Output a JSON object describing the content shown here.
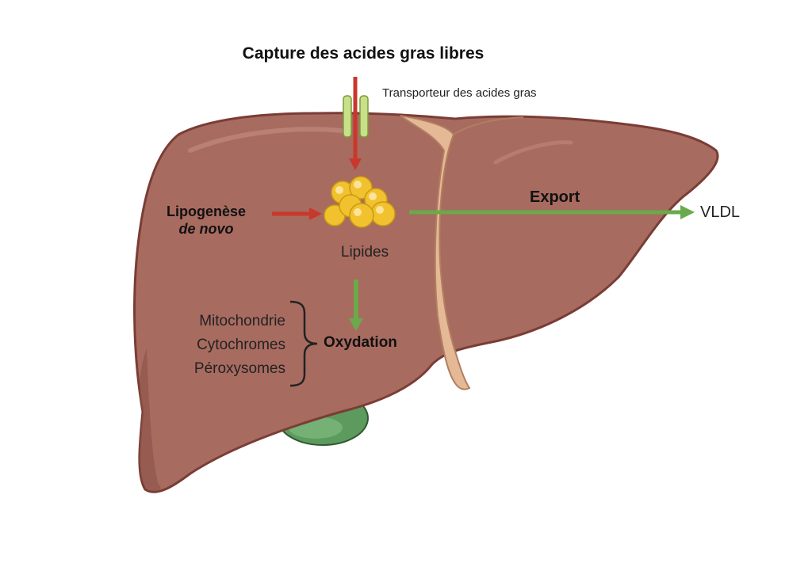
{
  "labels": {
    "title": "Capture des acides gras libres",
    "transporter": "Transporteur des acides gras",
    "lipogenesis_line1": "Lipogenèse",
    "lipogenesis_line2": "de novo",
    "lipids": "Lipides",
    "export": "Export",
    "vldl": "VLDL",
    "oxidation": "Oxydation",
    "organelles": [
      "Mitochondrie",
      "Cytochromes",
      "Péroxysomes"
    ]
  },
  "colors": {
    "liver": "#a86b60",
    "liver_dark": "#7a3d36",
    "ligament": "#e5b896",
    "gallbladder": "#5d9a5d",
    "transporter": "#c9e08a",
    "lipid_droplet": "#f2c12e",
    "uptake_arrow": "#c8382c",
    "lipogenesis_arrow": "#c8382c",
    "export_arrow": "#6aaa4a",
    "oxidation_arrow": "#6aaa4a"
  },
  "icons": [
    "liver",
    "gallbladder",
    "fatty-acid-transporter",
    "lipid-droplets",
    "brace"
  ]
}
